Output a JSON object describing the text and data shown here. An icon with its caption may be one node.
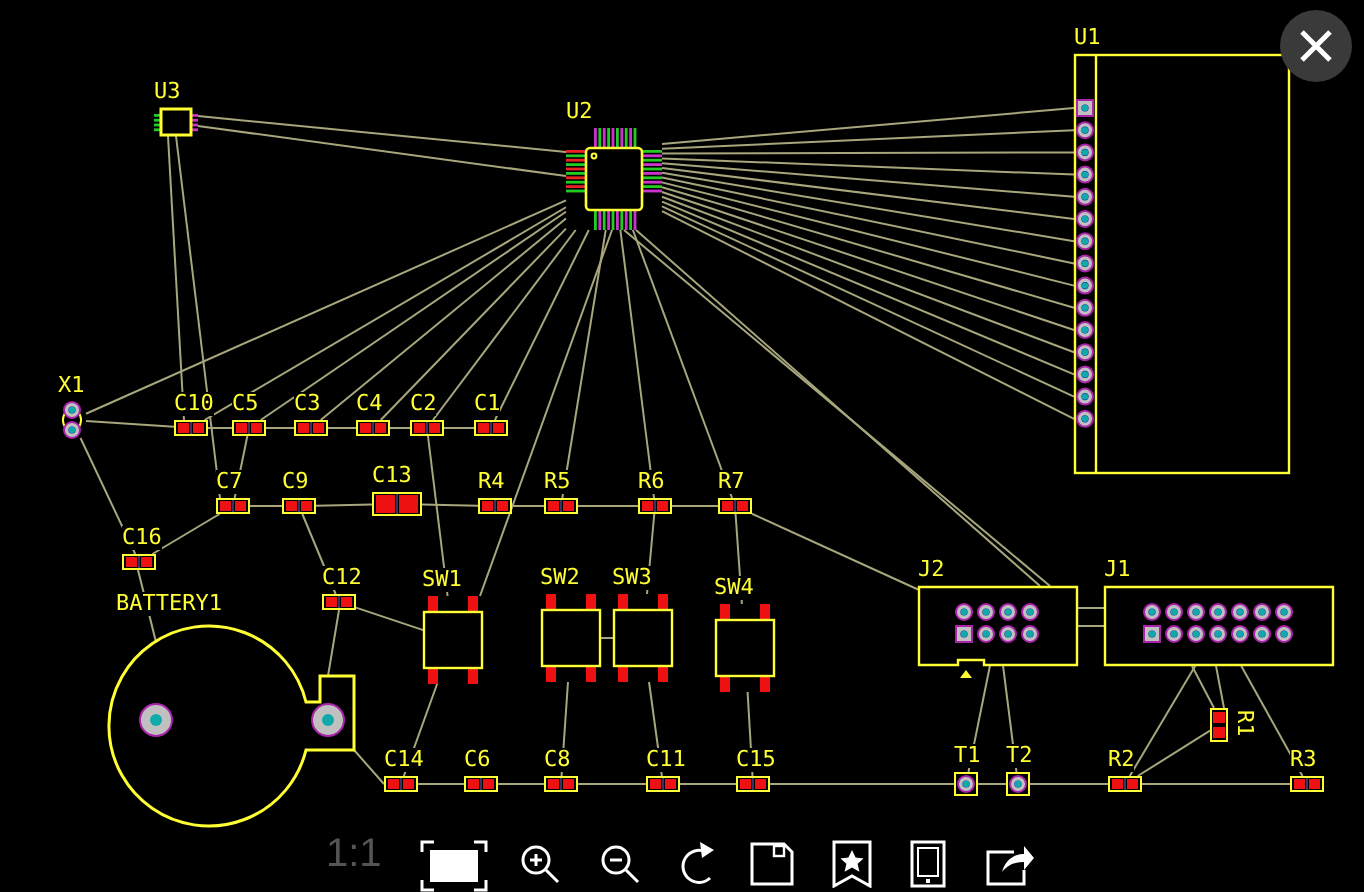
{
  "diagram": {
    "nodes": [
      {
        "text": [
          "U3"
        ]
      },
      {
        "text": [
          "U2"
        ]
      },
      {
        "text": [
          "U1"
        ]
      },
      {
        "text": [
          "X1"
        ]
      },
      {
        "text": [
          "C10"
        ]
      },
      {
        "text": [
          "C5"
        ]
      },
      {
        "text": [
          "C3"
        ]
      },
      {
        "text": [
          "C4"
        ]
      },
      {
        "text": [
          "C2"
        ]
      },
      {
        "text": [
          "C1"
        ]
      },
      {
        "text": [
          "C7"
        ]
      },
      {
        "text": [
          "C9"
        ]
      },
      {
        "text": [
          "C13"
        ]
      },
      {
        "text": [
          "R4"
        ]
      },
      {
        "text": [
          "R5"
        ]
      },
      {
        "text": [
          "R6"
        ]
      },
      {
        "text": [
          "R7"
        ]
      },
      {
        "text": [
          "C16"
        ]
      },
      {
        "text": [
          "C12"
        ]
      },
      {
        "text": [
          "BATTERY1"
        ]
      },
      {
        "text": [
          "SW1"
        ]
      },
      {
        "text": [
          "SW2"
        ]
      },
      {
        "text": [
          "SW3"
        ]
      },
      {
        "text": [
          "SW4"
        ]
      },
      {
        "text": [
          "J2"
        ]
      },
      {
        "text": [
          "J1"
        ]
      },
      {
        "text": [
          "R1"
        ]
      },
      {
        "text": [
          "C14"
        ]
      },
      {
        "text": [
          "C6"
        ]
      },
      {
        "text": [
          "C8"
        ]
      },
      {
        "text": [
          "C11"
        ]
      },
      {
        "text": [
          "C15"
        ]
      },
      {
        "text": [
          "T1"
        ]
      },
      {
        "text": [
          "T2"
        ]
      },
      {
        "text": [
          "R2"
        ]
      },
      {
        "text": [
          "R3"
        ]
      }
    ],
    "edges": [
      {
        "from": 0,
        "to": 1,
        "arrow": "none"
      },
      {
        "from": 0,
        "to": 1,
        "arrow": "none"
      },
      {
        "from": 0,
        "to": 10,
        "arrow": "none"
      },
      {
        "from": 0,
        "to": 4,
        "arrow": "none"
      },
      {
        "from": 1,
        "to": 2,
        "arrow": "none"
      },
      {
        "from": 1,
        "to": 2,
        "arrow": "none"
      },
      {
        "from": 1,
        "to": 2,
        "arrow": "none"
      },
      {
        "from": 1,
        "to": 2,
        "arrow": "none"
      },
      {
        "from": 1,
        "to": 2,
        "arrow": "none"
      },
      {
        "from": 1,
        "to": 2,
        "arrow": "none"
      },
      {
        "from": 1,
        "to": 2,
        "arrow": "none"
      },
      {
        "from": 1,
        "to": 2,
        "arrow": "none"
      },
      {
        "from": 1,
        "to": 2,
        "arrow": "none"
      },
      {
        "from": 1,
        "to": 2,
        "arrow": "none"
      },
      {
        "from": 1,
        "to": 2,
        "arrow": "none"
      },
      {
        "from": 1,
        "to": 2,
        "arrow": "none"
      },
      {
        "from": 1,
        "to": 2,
        "arrow": "none"
      },
      {
        "from": 1,
        "to": 2,
        "arrow": "none"
      },
      {
        "from": 1,
        "to": 2,
        "arrow": "none"
      },
      {
        "from": 1,
        "to": 3,
        "arrow": "none"
      },
      {
        "from": 1,
        "to": 4,
        "arrow": "none"
      },
      {
        "from": 1,
        "to": 5,
        "arrow": "none"
      },
      {
        "from": 1,
        "to": 6,
        "arrow": "none"
      },
      {
        "from": 1,
        "to": 7,
        "arrow": "none"
      },
      {
        "from": 1,
        "to": 8,
        "arrow": "none"
      },
      {
        "from": 1,
        "to": 9,
        "arrow": "none"
      },
      {
        "from": 1,
        "to": 20,
        "arrow": "none"
      },
      {
        "from": 1,
        "to": 14,
        "arrow": "none"
      },
      {
        "from": 1,
        "to": 15,
        "arrow": "none"
      },
      {
        "from": 1,
        "to": 16,
        "arrow": "none"
      },
      {
        "from": 1,
        "to": 24,
        "arrow": "none"
      },
      {
        "from": 1,
        "to": 24,
        "arrow": "none"
      },
      {
        "from": 3,
        "to": 4,
        "arrow": "none"
      },
      {
        "from": 3,
        "to": 17,
        "arrow": "none"
      },
      {
        "from": 4,
        "to": 5,
        "arrow": "none"
      },
      {
        "from": 5,
        "to": 6,
        "arrow": "none"
      },
      {
        "from": 6,
        "to": 7,
        "arrow": "none"
      },
      {
        "from": 7,
        "to": 8,
        "arrow": "none"
      },
      {
        "from": 8,
        "to": 9,
        "arrow": "none"
      },
      {
        "from": 5,
        "to": 10,
        "arrow": "none"
      },
      {
        "from": 10,
        "to": 11,
        "arrow": "none"
      },
      {
        "from": 11,
        "to": 12,
        "arrow": "none"
      },
      {
        "from": 12,
        "to": 13,
        "arrow": "none"
      },
      {
        "from": 13,
        "to": 14,
        "arrow": "none"
      },
      {
        "from": 14,
        "to": 15,
        "arrow": "none"
      },
      {
        "from": 15,
        "to": 16,
        "arrow": "none"
      },
      {
        "from": 16,
        "to": 24,
        "arrow": "none"
      },
      {
        "from": 10,
        "to": 17,
        "arrow": "none"
      },
      {
        "from": 11,
        "to": 18,
        "arrow": "none"
      },
      {
        "from": 18,
        "to": 20,
        "arrow": "none"
      },
      {
        "from": 18,
        "to": 19,
        "arrow": "none"
      },
      {
        "from": 17,
        "to": 19,
        "arrow": "none"
      },
      {
        "from": 19,
        "to": 27,
        "arrow": "none"
      },
      {
        "from": 8,
        "to": 20,
        "arrow": "none"
      },
      {
        "from": 20,
        "to": 27,
        "arrow": "none"
      },
      {
        "from": 27,
        "to": 28,
        "arrow": "none"
      },
      {
        "from": 28,
        "to": 29,
        "arrow": "none"
      },
      {
        "from": 29,
        "to": 30,
        "arrow": "none"
      },
      {
        "from": 30,
        "to": 31,
        "arrow": "none"
      },
      {
        "from": 31,
        "to": 32,
        "arrow": "none"
      },
      {
        "from": 32,
        "to": 33,
        "arrow": "none"
      },
      {
        "from": 33,
        "to": 34,
        "arrow": "none"
      },
      {
        "from": 34,
        "to": 35,
        "arrow": "none"
      },
      {
        "from": 21,
        "to": 29,
        "arrow": "none"
      },
      {
        "from": 21,
        "to": 22,
        "arrow": "none"
      },
      {
        "from": 22,
        "to": 30,
        "arrow": "none"
      },
      {
        "from": 15,
        "to": 22,
        "arrow": "none"
      },
      {
        "from": 23,
        "to": 31,
        "arrow": "none"
      },
      {
        "from": 16,
        "to": 23,
        "arrow": "none"
      },
      {
        "from": 24,
        "to": 32,
        "arrow": "none"
      },
      {
        "from": 24,
        "to": 33,
        "arrow": "none"
      },
      {
        "from": 24,
        "to": 25,
        "arrow": "none"
      },
      {
        "from": 24,
        "to": 25,
        "arrow": "none"
      },
      {
        "from": 25,
        "to": 26,
        "arrow": "none"
      },
      {
        "from": 25,
        "to": 26,
        "arrow": "none"
      },
      {
        "from": 26,
        "to": 34,
        "arrow": "none"
      },
      {
        "from": 25,
        "to": 34,
        "arrow": "none"
      },
      {
        "from": 25,
        "to": 35,
        "arrow": "none"
      }
    ],
    "labels": [
      "1:1"
    ]
  }
}
